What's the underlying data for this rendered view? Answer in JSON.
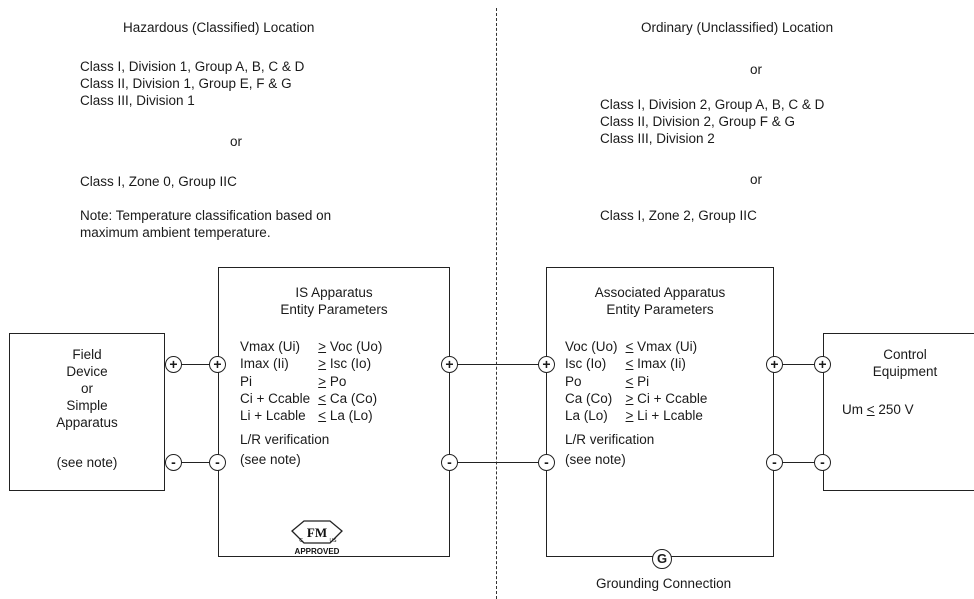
{
  "hazardous": {
    "title": "Hazardous (Classified) Location",
    "lines": [
      "Class I, Division 1, Group A, B, C & D",
      "Class II, Division 1, Group E, F & G",
      "Class III, Division 1"
    ],
    "or": "or",
    "zone": "Class I, Zone 0, Group IIC",
    "note_line1": "Note: Temperature classification based on",
    "note_line2": "maximum ambient temperature."
  },
  "ordinary": {
    "title": "Ordinary (Unclassified) Location",
    "or1": "or",
    "lines": [
      "Class I, Division 2, Group A, B, C & D",
      "Class II, Division 2, Group F & G",
      "Class III, Division 2"
    ],
    "or2": "or",
    "zone": "Class I, Zone 2, Group IIC"
  },
  "field_device": {
    "lines": [
      "Field",
      "Device",
      "or",
      "Simple",
      "Apparatus"
    ],
    "note": "(see note)"
  },
  "is_apparatus": {
    "title1": "IS Apparatus",
    "title2": "Entity Parameters",
    "params": [
      [
        "Vmax (Ui)",
        "> Voc (Uo)"
      ],
      [
        "Imax (Ii)",
        "> Isc (Io)"
      ],
      [
        "Pi",
        "> Po"
      ],
      [
        "Ci + Ccable",
        "< Ca (Co)"
      ],
      [
        "Li + Lcable",
        "< La (Lo)"
      ]
    ],
    "verification": "L/R verification",
    "note": "(see note)",
    "logo_text": "FM",
    "logo_c": "C",
    "logo_us": "US",
    "logo_approved": "APPROVED"
  },
  "associated_apparatus": {
    "title1": "Associated Apparatus",
    "title2": "Entity Parameters",
    "params": [
      [
        "Voc (Uo)",
        "< Vmax (Ui)"
      ],
      [
        "Isc (Io)",
        "< Imax (Ii)"
      ],
      [
        "Po",
        "< Pi"
      ],
      [
        "Ca (Co)",
        "> Ci + Ccable"
      ],
      [
        "La (Lo)",
        "> Li + Lcable"
      ]
    ],
    "verification": "L/R verification",
    "note": "(see note)"
  },
  "control_equipment": {
    "line1": "Control",
    "line2": "Equipment",
    "um": "Um < 250 V"
  },
  "terminals": {
    "plus": "+",
    "minus": "-",
    "ground": "G"
  },
  "grounding_label": "Grounding Connection"
}
